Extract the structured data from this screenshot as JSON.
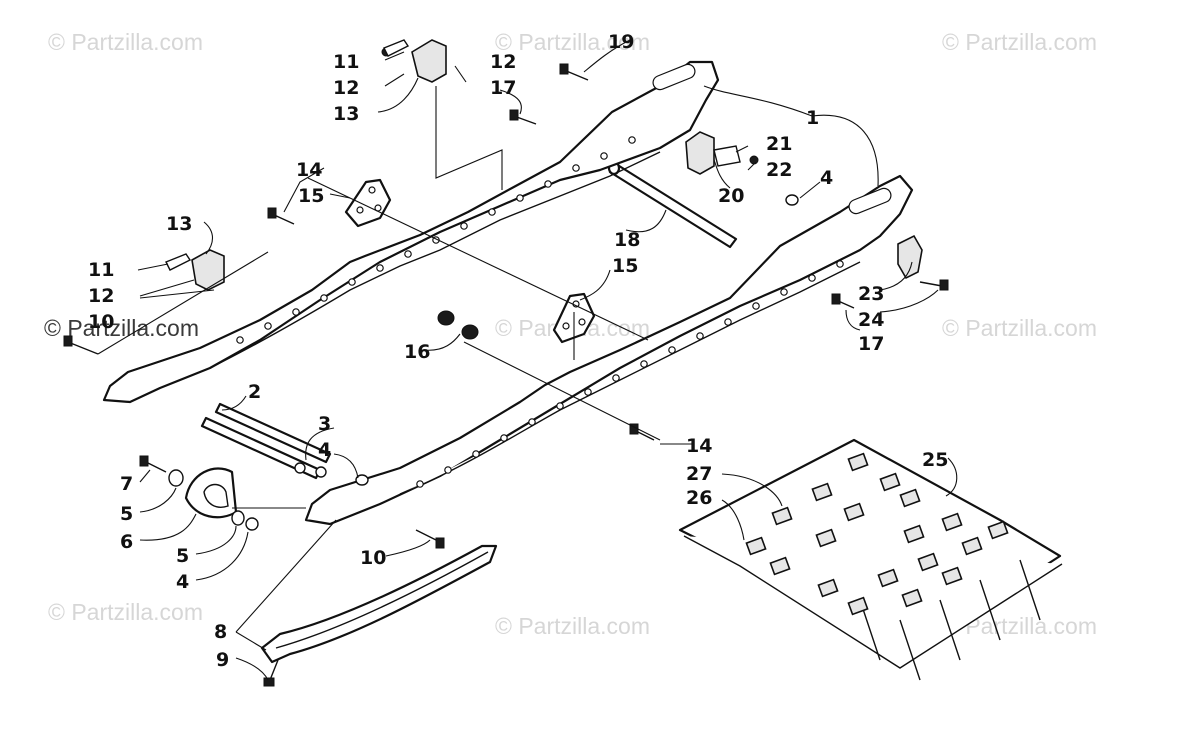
{
  "watermarks": [
    "© Partzilla.com",
    "© Partzilla.com",
    "© Partzilla.com",
    "© Partzilla.com",
    "© Partzilla.com",
    "© Partzilla.com",
    "© Partzilla.com",
    "© Partzilla.com",
    "© Partzilla.com"
  ],
  "callouts": [
    "1",
    "2",
    "3",
    "4",
    "4",
    "4",
    "5",
    "5",
    "6",
    "7",
    "8",
    "9",
    "10",
    "10",
    "11",
    "11",
    "12",
    "12",
    "12",
    "13",
    "13",
    "14",
    "14",
    "15",
    "15",
    "16",
    "17",
    "17",
    "18",
    "19",
    "20",
    "21",
    "22",
    "23",
    "24",
    "25",
    "26",
    "27"
  ]
}
